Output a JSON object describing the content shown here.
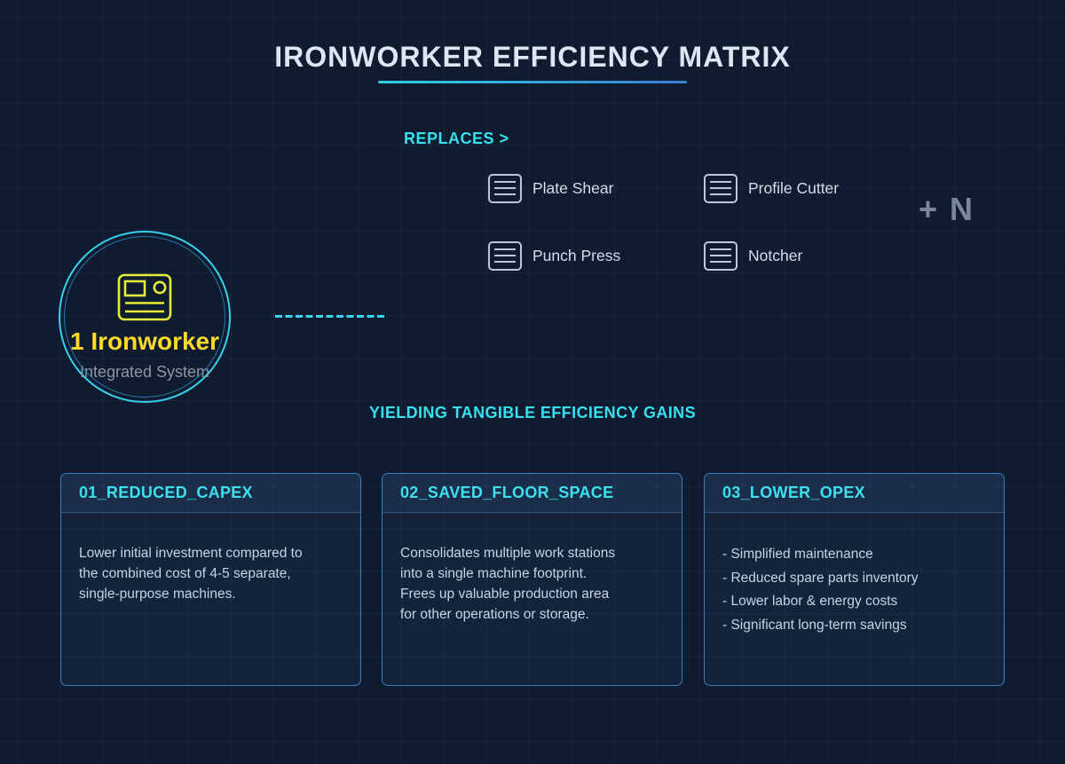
{
  "page": {
    "title": "IRONWORKER EFFICIENCY MATRIX",
    "replaces_label": "REPLACES >",
    "plus_n": "+ N",
    "yield_label": "YIELDING TANGIBLE EFFICIENCY GAINS"
  },
  "ironworker": {
    "count_label": "1 Ironworker",
    "subtitle": "Integrated System"
  },
  "machines": [
    {
      "label": "Plate Shear"
    },
    {
      "label": "Profile Cutter"
    },
    {
      "label": "Punch Press"
    },
    {
      "label": "Notcher"
    }
  ],
  "cards": [
    {
      "title": "01_REDUCED_CAPEX",
      "lines": [
        "Lower initial investment compared to",
        "the combined cost of 4-5 separate,",
        "single-purpose machines."
      ]
    },
    {
      "title": "02_SAVED_FLOOR_SPACE",
      "lines": [
        "Consolidates multiple work stations",
        "into a single machine footprint.",
        "Frees up valuable production area",
        "for other operations or storage."
      ]
    },
    {
      "title": "03_LOWER_OPEX",
      "lines": [
        "- Simplified maintenance",
        "- Reduced spare parts inventory",
        "- Lower labor & energy costs",
        "- Significant long-term savings"
      ]
    }
  ],
  "colors": {
    "background": "#0f1b2e",
    "accent_cyan": "#36e0ef",
    "accent_yellow": "#ffd82b",
    "icon_yellow": "#e6ec3a",
    "machine_icon_stroke": "#b9c8de",
    "card_border": "#3e7cbc",
    "underline_start": "#2fd0e8",
    "underline_end": "#3a7fd5",
    "plus_n_color": "#79879e"
  }
}
